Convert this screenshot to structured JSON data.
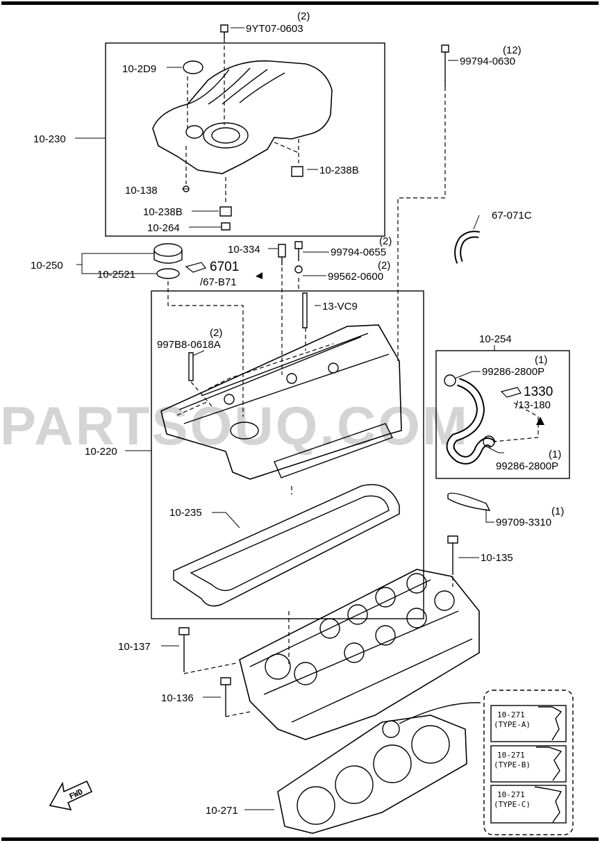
{
  "watermark": "PARTSOUQ.COM",
  "fwd_label": "FWD",
  "labels": {
    "p9yt07": "9YT07-0603",
    "q9yt07": "(2)",
    "p99794_0630": "99794-0630",
    "q99794_0630": "(12)",
    "p10_2d9": "10-2D9",
    "p10_230": "10-230",
    "p10_238b_a": "10-238B",
    "p10_138": "10-138",
    "p10_238b_b": "10-238B",
    "p10_264": "10-264",
    "p67_071c": "67-071C",
    "p10_334": "10-334",
    "p99794_0655": "99794-0655",
    "q99794_0655": "(2)",
    "p10_250": "10-250",
    "p10_2521": "10-2521",
    "p6701": "6701",
    "p67_b71": "/67-B71",
    "p99562_0600": "99562-0600",
    "q99562_0600": "(2)",
    "p13_vc9": "13-VC9",
    "p997b8": "997B8-0618A",
    "q997b8": "(2)",
    "p10_254": "10-254",
    "p99286_a": "99286-2800P",
    "q99286_a": "(1)",
    "p1330": "1330",
    "p13_180": "/13-180",
    "p99286_b": "99286-2800P",
    "q99286_b": "(1)",
    "p10_220": "10-220",
    "p10_235": "10-235",
    "p99709": "99709-3310",
    "q99709": "(1)",
    "p10_135": "10-135",
    "p10_137": "10-137",
    "p10_136": "10-136",
    "p10_271": "10-271",
    "type_a_part": "10-271",
    "type_a": "(TYPE-A)",
    "type_b_part": "10-271",
    "type_b": "(TYPE-B)",
    "type_c_part": "10-271",
    "type_c": "(TYPE-C)"
  }
}
